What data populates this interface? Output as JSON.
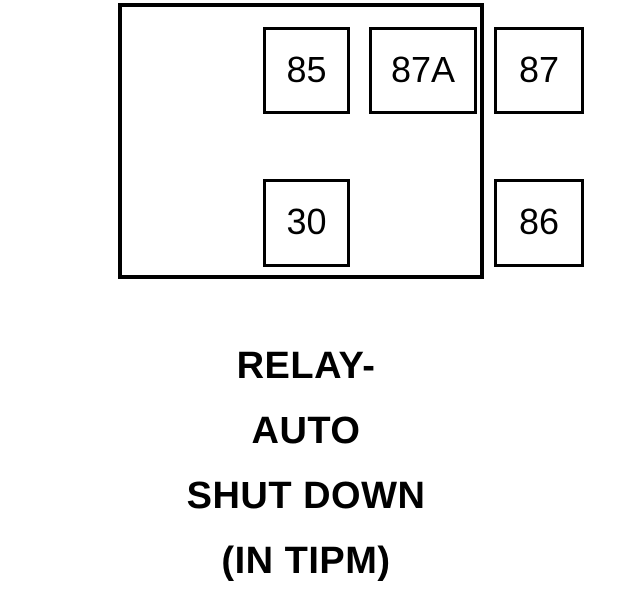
{
  "diagram": {
    "type": "relay-pinout",
    "component_name": "RELAY- AUTO SHUT DOWN (IN TIPM)",
    "outline": {
      "name": "relay-body-outline",
      "stroke_color": "#000000",
      "fill_color": "#ffffff"
    },
    "pins": [
      {
        "id": "pin-85",
        "label": "85",
        "row": "top",
        "position": "left"
      },
      {
        "id": "pin-87a",
        "label": "87A",
        "row": "top",
        "position": "center"
      },
      {
        "id": "pin-87",
        "label": "87",
        "row": "top",
        "position": "right"
      },
      {
        "id": "pin-30",
        "label": "30",
        "row": "bottom",
        "position": "left"
      },
      {
        "id": "pin-86",
        "label": "86",
        "row": "bottom",
        "position": "right"
      }
    ],
    "caption_lines": [
      "RELAY-",
      "AUTO",
      "SHUT DOWN",
      "(IN TIPM)"
    ]
  }
}
